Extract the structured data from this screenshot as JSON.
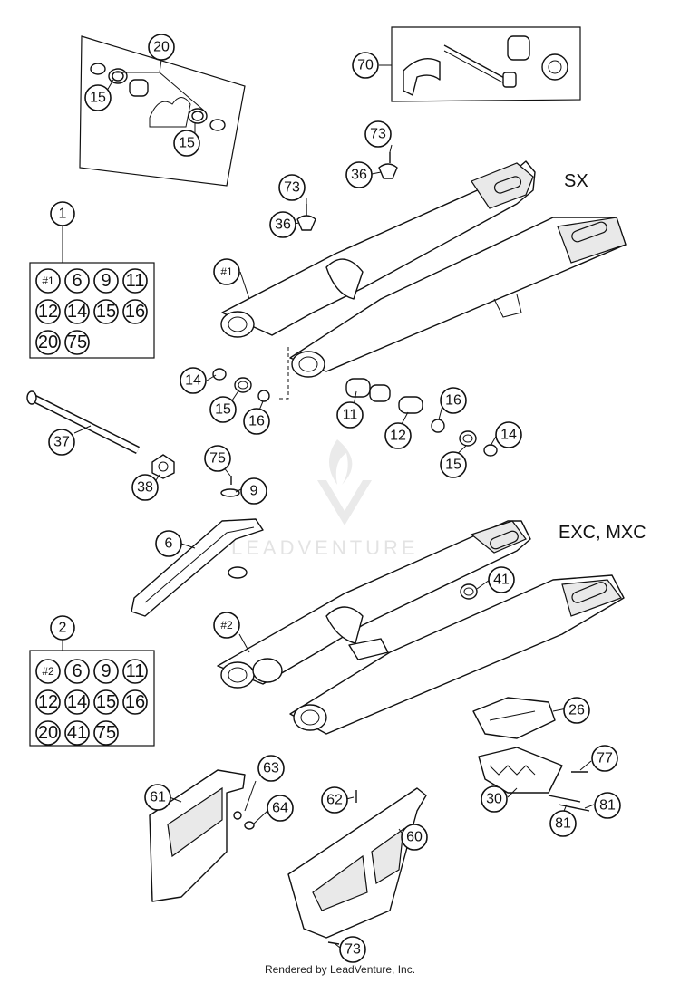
{
  "variants": {
    "sx": "SX",
    "exc_mxc": "EXC, MXC"
  },
  "footer": "Rendered by LeadVenture, Inc.",
  "watermark": "LEADVENTURE",
  "sets": {
    "set1": {
      "id": "1",
      "items": [
        "#1",
        "6",
        "9",
        "11",
        "12",
        "14",
        "15",
        "16",
        "20",
        "75"
      ]
    },
    "set2": {
      "id": "2",
      "items": [
        "#2",
        "6",
        "9",
        "11",
        "12",
        "14",
        "15",
        "16",
        "20",
        "41",
        "75"
      ]
    }
  },
  "callouts": [
    {
      "key": "c20_top",
      "label": "20"
    },
    {
      "key": "c15_a",
      "label": "15"
    },
    {
      "key": "c15_b",
      "label": "15"
    },
    {
      "key": "c70",
      "label": "70"
    },
    {
      "key": "c73_a",
      "label": "73"
    },
    {
      "key": "c36_a",
      "label": "36"
    },
    {
      "key": "c73_b",
      "label": "73"
    },
    {
      "key": "c36_b",
      "label": "36"
    },
    {
      "key": "c_h1",
      "label": "#1"
    },
    {
      "key": "c14_a",
      "label": "14"
    },
    {
      "key": "c15_c",
      "label": "15"
    },
    {
      "key": "c16_a",
      "label": "16"
    },
    {
      "key": "c11",
      "label": "11"
    },
    {
      "key": "c12",
      "label": "12"
    },
    {
      "key": "c16_b",
      "label": "16"
    },
    {
      "key": "c14_b",
      "label": "14"
    },
    {
      "key": "c15_d",
      "label": "15"
    },
    {
      "key": "c37",
      "label": "37"
    },
    {
      "key": "c38",
      "label": "38"
    },
    {
      "key": "c75",
      "label": "75"
    },
    {
      "key": "c9",
      "label": "9"
    },
    {
      "key": "c6",
      "label": "6"
    },
    {
      "key": "c41",
      "label": "41"
    },
    {
      "key": "c_h2",
      "label": "#2"
    },
    {
      "key": "c26",
      "label": "26"
    },
    {
      "key": "c77",
      "label": "77"
    },
    {
      "key": "c30",
      "label": "30"
    },
    {
      "key": "c81_a",
      "label": "81"
    },
    {
      "key": "c81_b",
      "label": "81"
    },
    {
      "key": "c63",
      "label": "63"
    },
    {
      "key": "c64",
      "label": "64"
    },
    {
      "key": "c61",
      "label": "61"
    },
    {
      "key": "c62",
      "label": "62"
    },
    {
      "key": "c60",
      "label": "60"
    },
    {
      "key": "c73_c",
      "label": "73"
    }
  ]
}
